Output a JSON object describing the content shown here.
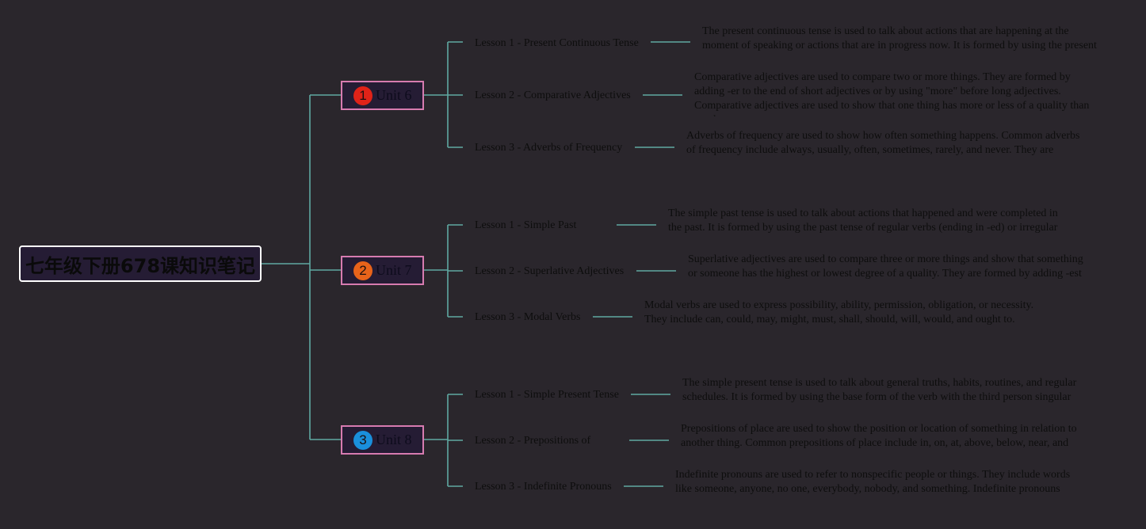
{
  "colors": {
    "background": "#2a262c",
    "connector": "#5fa8a2",
    "unit_border": "#d77bb0",
    "root_border": "#ffffff",
    "badge_1": "#e02318",
    "badge_2": "#e8631a",
    "badge_3": "#1a8fdc"
  },
  "root": {
    "title": "七年级下册678课知识笔记"
  },
  "units": [
    {
      "number": "1",
      "label": "Unit 6",
      "lessons": [
        {
          "title": "Lesson 1 - Present Continuous Tense",
          "note": "The present continuous tense is used to talk about actions that are happening at the moment of speaking or actions that are in progress now. It is formed by using the present tense of the verb \"to be\" (am, is, are) with the present participle form of the main verb."
        },
        {
          "title": "Lesson 2 - Comparative Adjectives",
          "note": "Comparative adjectives are used to compare two or more things. They are formed by adding -er to the end of short adjectives or by using \"more\" before long adjectives. Comparative adjectives are used to show that one thing has more or less of a quality than another."
        },
        {
          "title": "Lesson 3 - Adverbs of Frequency",
          "note": "Adverbs of frequency are used to show how often something happens. Common adverbs of frequency include always, usually, often, sometimes, rarely, and never. They are usually placed before the main verb in a sentence."
        }
      ]
    },
    {
      "number": "2",
      "label": "Unit 7",
      "lessons": [
        {
          "title": "Lesson 1 - Simple Past",
          "note": "The simple past tense is used to talk about actions that happened and were completed in the past. It is formed by using the past tense of regular verbs (ending in -ed) or irregular verbs (changing the verb form)."
        },
        {
          "title": "Lesson 2 - Superlative Adjectives",
          "note": "Superlative adjectives are used to compare three or more things and show that something or someone has the highest or lowest degree of a quality. They are formed by adding -est to the end of short adjectives or by using \"most\" before long adjectives."
        },
        {
          "title": "Lesson 3 - Modal Verbs",
          "note": "Modal verbs are used to express possibility, ability, permission, obligation, or necessity. They include can, could, may, might, must, shall, should, will, would, and ought to. Modal verbs are followed by the base form of the main verb."
        }
      ]
    },
    {
      "number": "3",
      "label": "Unit 8",
      "lessons": [
        {
          "title": "Lesson 1 - Simple Present Tense",
          "note": "The simple present tense is used to talk about general truths, habits, routines, and regular schedules. It is formed by using the base form of the verb with the third person singular subject pronouns (he, she, it) or by adding -s or -es to the end of the verb."
        },
        {
          "title": "Lesson 2 - Prepositions of",
          "note": "Prepositions of place are used to show the position or location of something in relation to another thing. Common prepositions of place include in, on, at, above, below, near, and between. They are used in sentences to describe where something is."
        },
        {
          "title": "Lesson 3 - Indefinite Pronouns",
          "note": "Indefinite pronouns are used to refer to nonspecific people or things. They include words like someone, anyone, no one, everybody, nobody, and something. Indefinite pronouns are used when we don't need to or can't specify the person or thing we are talking about."
        }
      ]
    }
  ]
}
